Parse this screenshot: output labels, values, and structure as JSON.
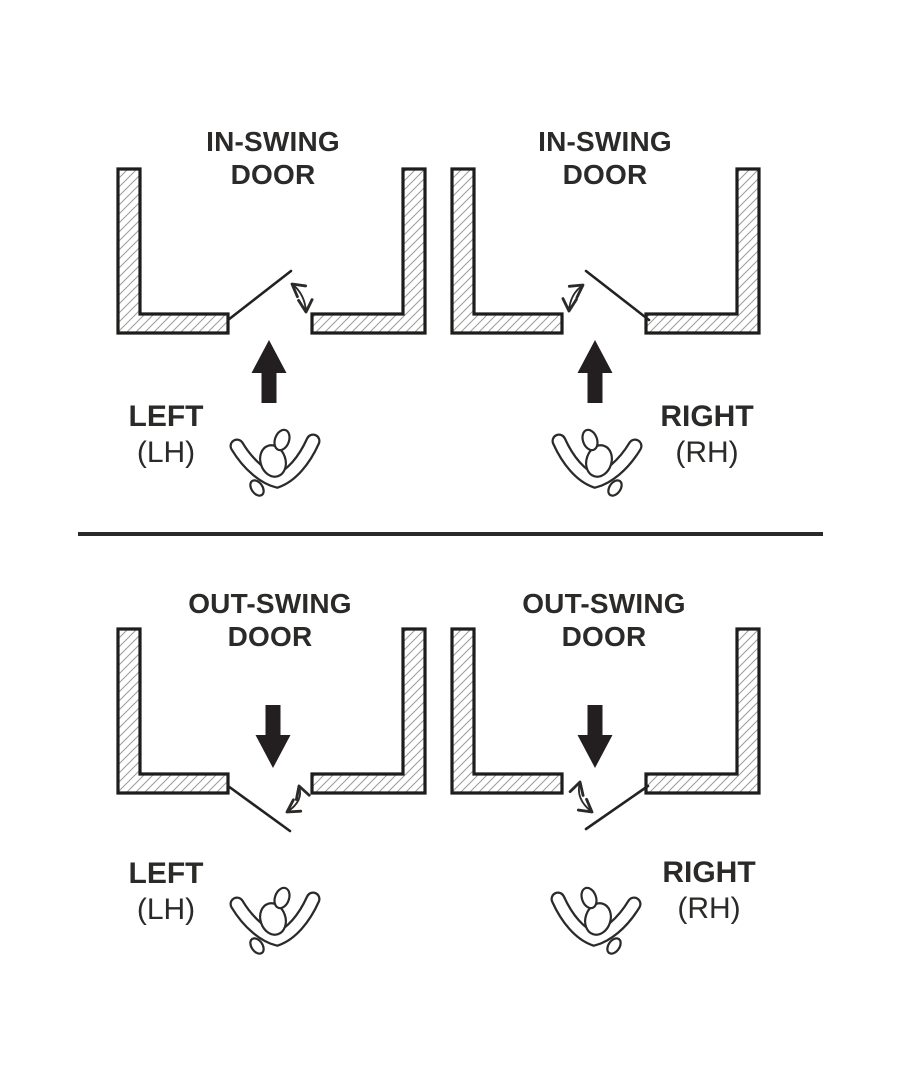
{
  "page": {
    "background": "#ffffff"
  },
  "colors": {
    "ink": "#2b2a29",
    "wall_outline": "#1d1d1b",
    "hatch": "#9e9e9e"
  },
  "panels": [
    {
      "id": "top-left",
      "title_line1": "IN-SWING",
      "title_line2": "DOOR",
      "hand": "LEFT",
      "hand_abbr": "(LH)",
      "swing_direction": "inward",
      "arrow_icon": "up-arrow-icon"
    },
    {
      "id": "top-right",
      "title_line1": "IN-SWING",
      "title_line2": "DOOR",
      "hand": "RIGHT",
      "hand_abbr": "(RH)",
      "swing_direction": "inward",
      "arrow_icon": "up-arrow-icon"
    },
    {
      "id": "bottom-left",
      "title_line1": "OUT-SWING",
      "title_line2": "DOOR",
      "hand": "LEFT",
      "hand_abbr": "(LH)",
      "swing_direction": "outward",
      "arrow_icon": "down-arrow-icon"
    },
    {
      "id": "bottom-right",
      "title_line1": "OUT-SWING",
      "title_line2": "DOOR",
      "hand": "RIGHT",
      "hand_abbr": "(RH)",
      "swing_direction": "outward",
      "arrow_icon": "down-arrow-icon"
    }
  ]
}
